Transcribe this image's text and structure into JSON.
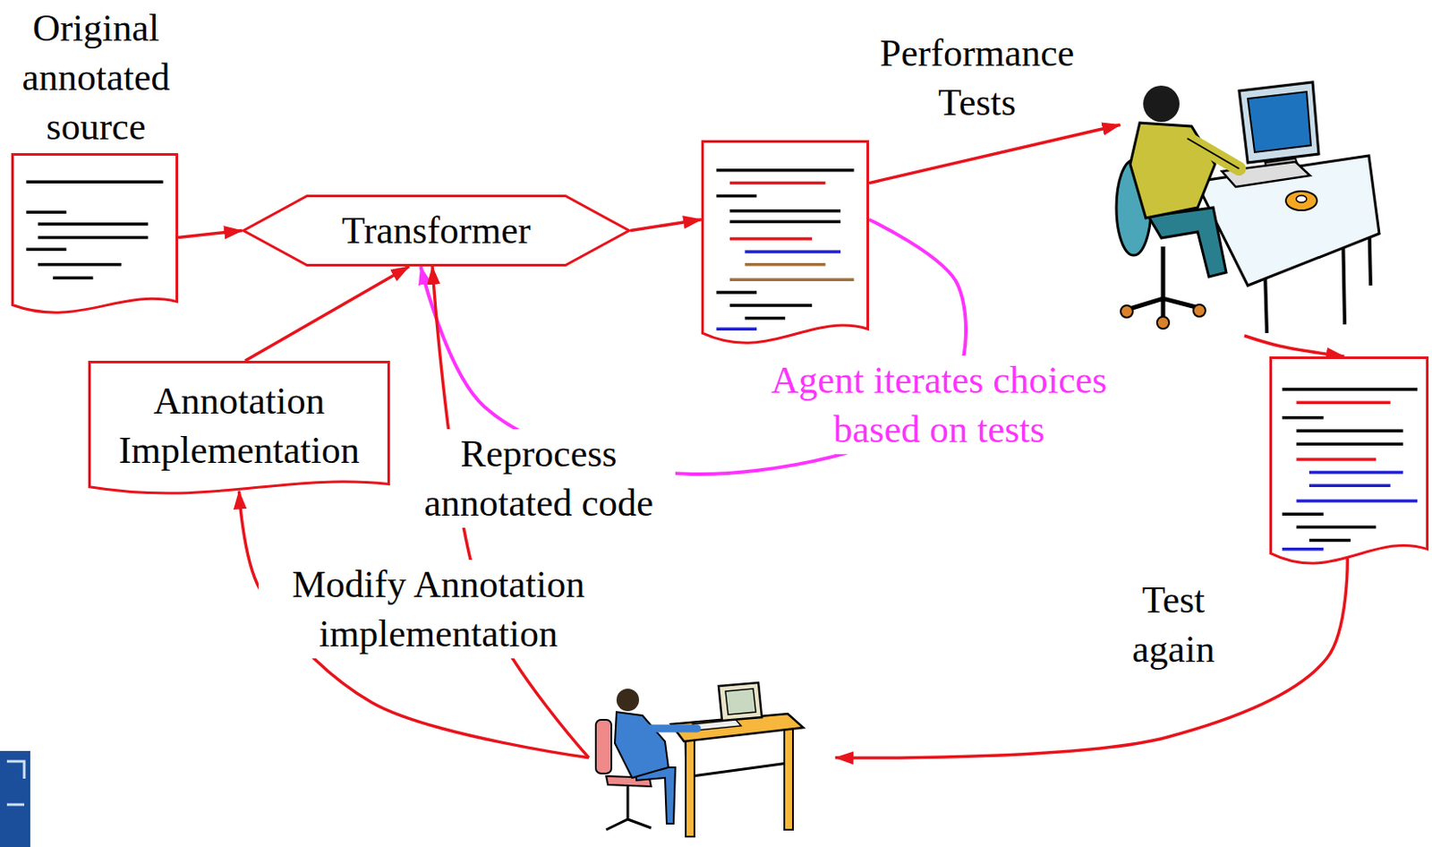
{
  "diagram": {
    "nodes": [
      {
        "text": [
          "Original annotated source"
        ]
      },
      {
        "text": [
          "Transformer"
        ]
      },
      {
        "text": [
          "Annotation Implementation"
        ]
      },
      {
        "text": []
      },
      {
        "text": []
      },
      {
        "text": []
      },
      {
        "text": []
      }
    ],
    "edges": [
      {
        "from": 0,
        "to": 1,
        "arrow": "to"
      },
      {
        "from": 1,
        "to": 3,
        "arrow": "to"
      },
      {
        "from": 2,
        "to": 1,
        "arrow": "to"
      },
      {
        "from": 3,
        "to": 1,
        "arrow": "to",
        "label": "Agent iterates choices based on tests"
      },
      {
        "from": 3,
        "to": 4,
        "arrow": "to",
        "label": "Performance Tests"
      },
      {
        "from": 4,
        "to": 5,
        "arrow": "to"
      },
      {
        "from": 5,
        "to": 6,
        "arrow": "to",
        "label": "Test again"
      },
      {
        "from": 6,
        "to": 2,
        "arrow": "to",
        "label": "Modify Annotation implementation"
      },
      {
        "from": 6,
        "to": 1,
        "arrow": "to",
        "label": "Reprocess annotated code"
      }
    ]
  }
}
